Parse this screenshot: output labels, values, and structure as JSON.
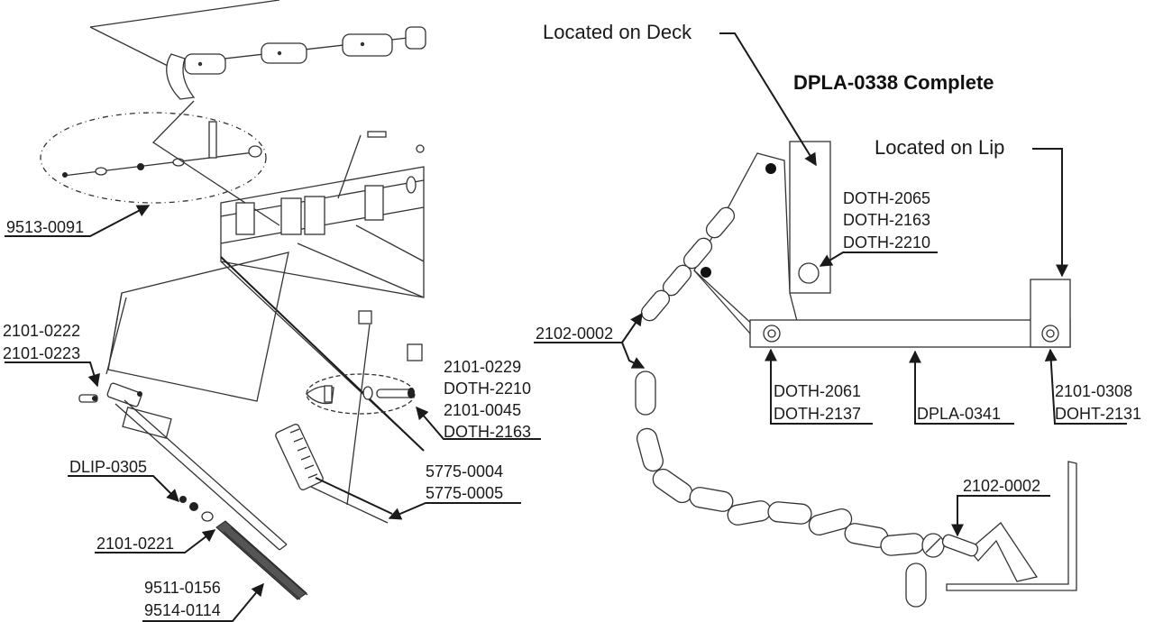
{
  "title": "DPLA-0338 Complete",
  "located_deck": "Located on Deck",
  "located_lip": "Located on Lip",
  "left_labels": {
    "p9513_0091": "9513-0091",
    "p2101_0222": "2101-0222",
    "p2101_0223": "2101-0223",
    "p2101_0229": "2101-0229",
    "doth_2210_a": "DOTH-2210",
    "p2101_0045": "2101-0045",
    "doth_2163_a": "DOTH-2163",
    "dlip_0305": "DLIP-0305",
    "p5775_0004": "5775-0004",
    "p5775_0005": "5775-0005",
    "p2101_0221": "2101-0221",
    "p9511_0156": "9511-0156",
    "p9514_0114": "9514-0114"
  },
  "right_labels": {
    "doth_2065": "DOTH-2065",
    "doth_2163_b": "DOTH-2163",
    "doth_2210_b": "DOTH-2210",
    "p2102_0002_a": "2102-0002",
    "doth_2061": "DOTH-2061",
    "doth_2137": "DOTH-2137",
    "dpla_0341": "DPLA-0341",
    "p2101_0308": "2101-0308",
    "doht_2131": "DOHT-2131",
    "p2102_0002_b": "2102-0002"
  }
}
